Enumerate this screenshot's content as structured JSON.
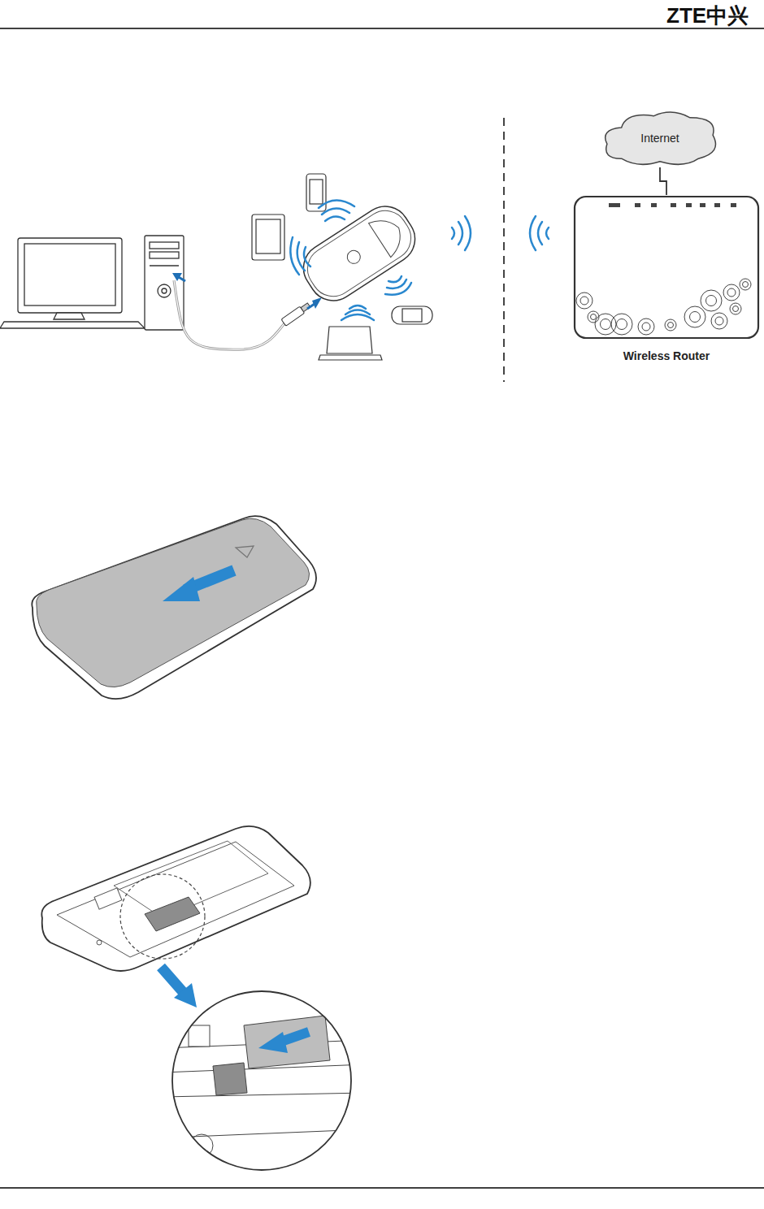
{
  "diagram": {
    "nodes": [
      {
        "text": [
          "Internet"
        ]
      },
      {
        "text": [
          "Wireless Router"
        ]
      }
    ],
    "edges": [
      {
        "from": 0,
        "to": 1,
        "arrow": "none"
      }
    ],
    "labels": [
      "ZTE中兴"
    ]
  }
}
